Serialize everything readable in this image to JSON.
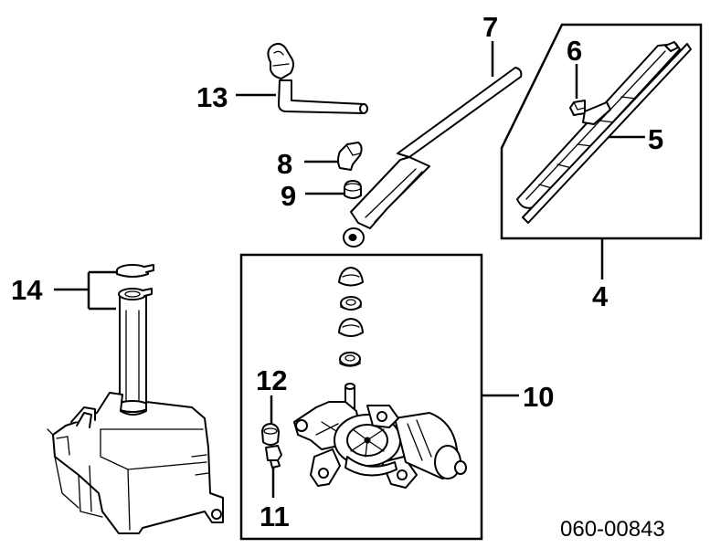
{
  "callouts": {
    "c4": "4",
    "c5": "5",
    "c6": "6",
    "c7": "7",
    "c8": "8",
    "c9": "9",
    "c10": "10",
    "c11": "11",
    "c12": "12",
    "c13": "13",
    "c14": "14"
  },
  "reference_code": "060-00843"
}
